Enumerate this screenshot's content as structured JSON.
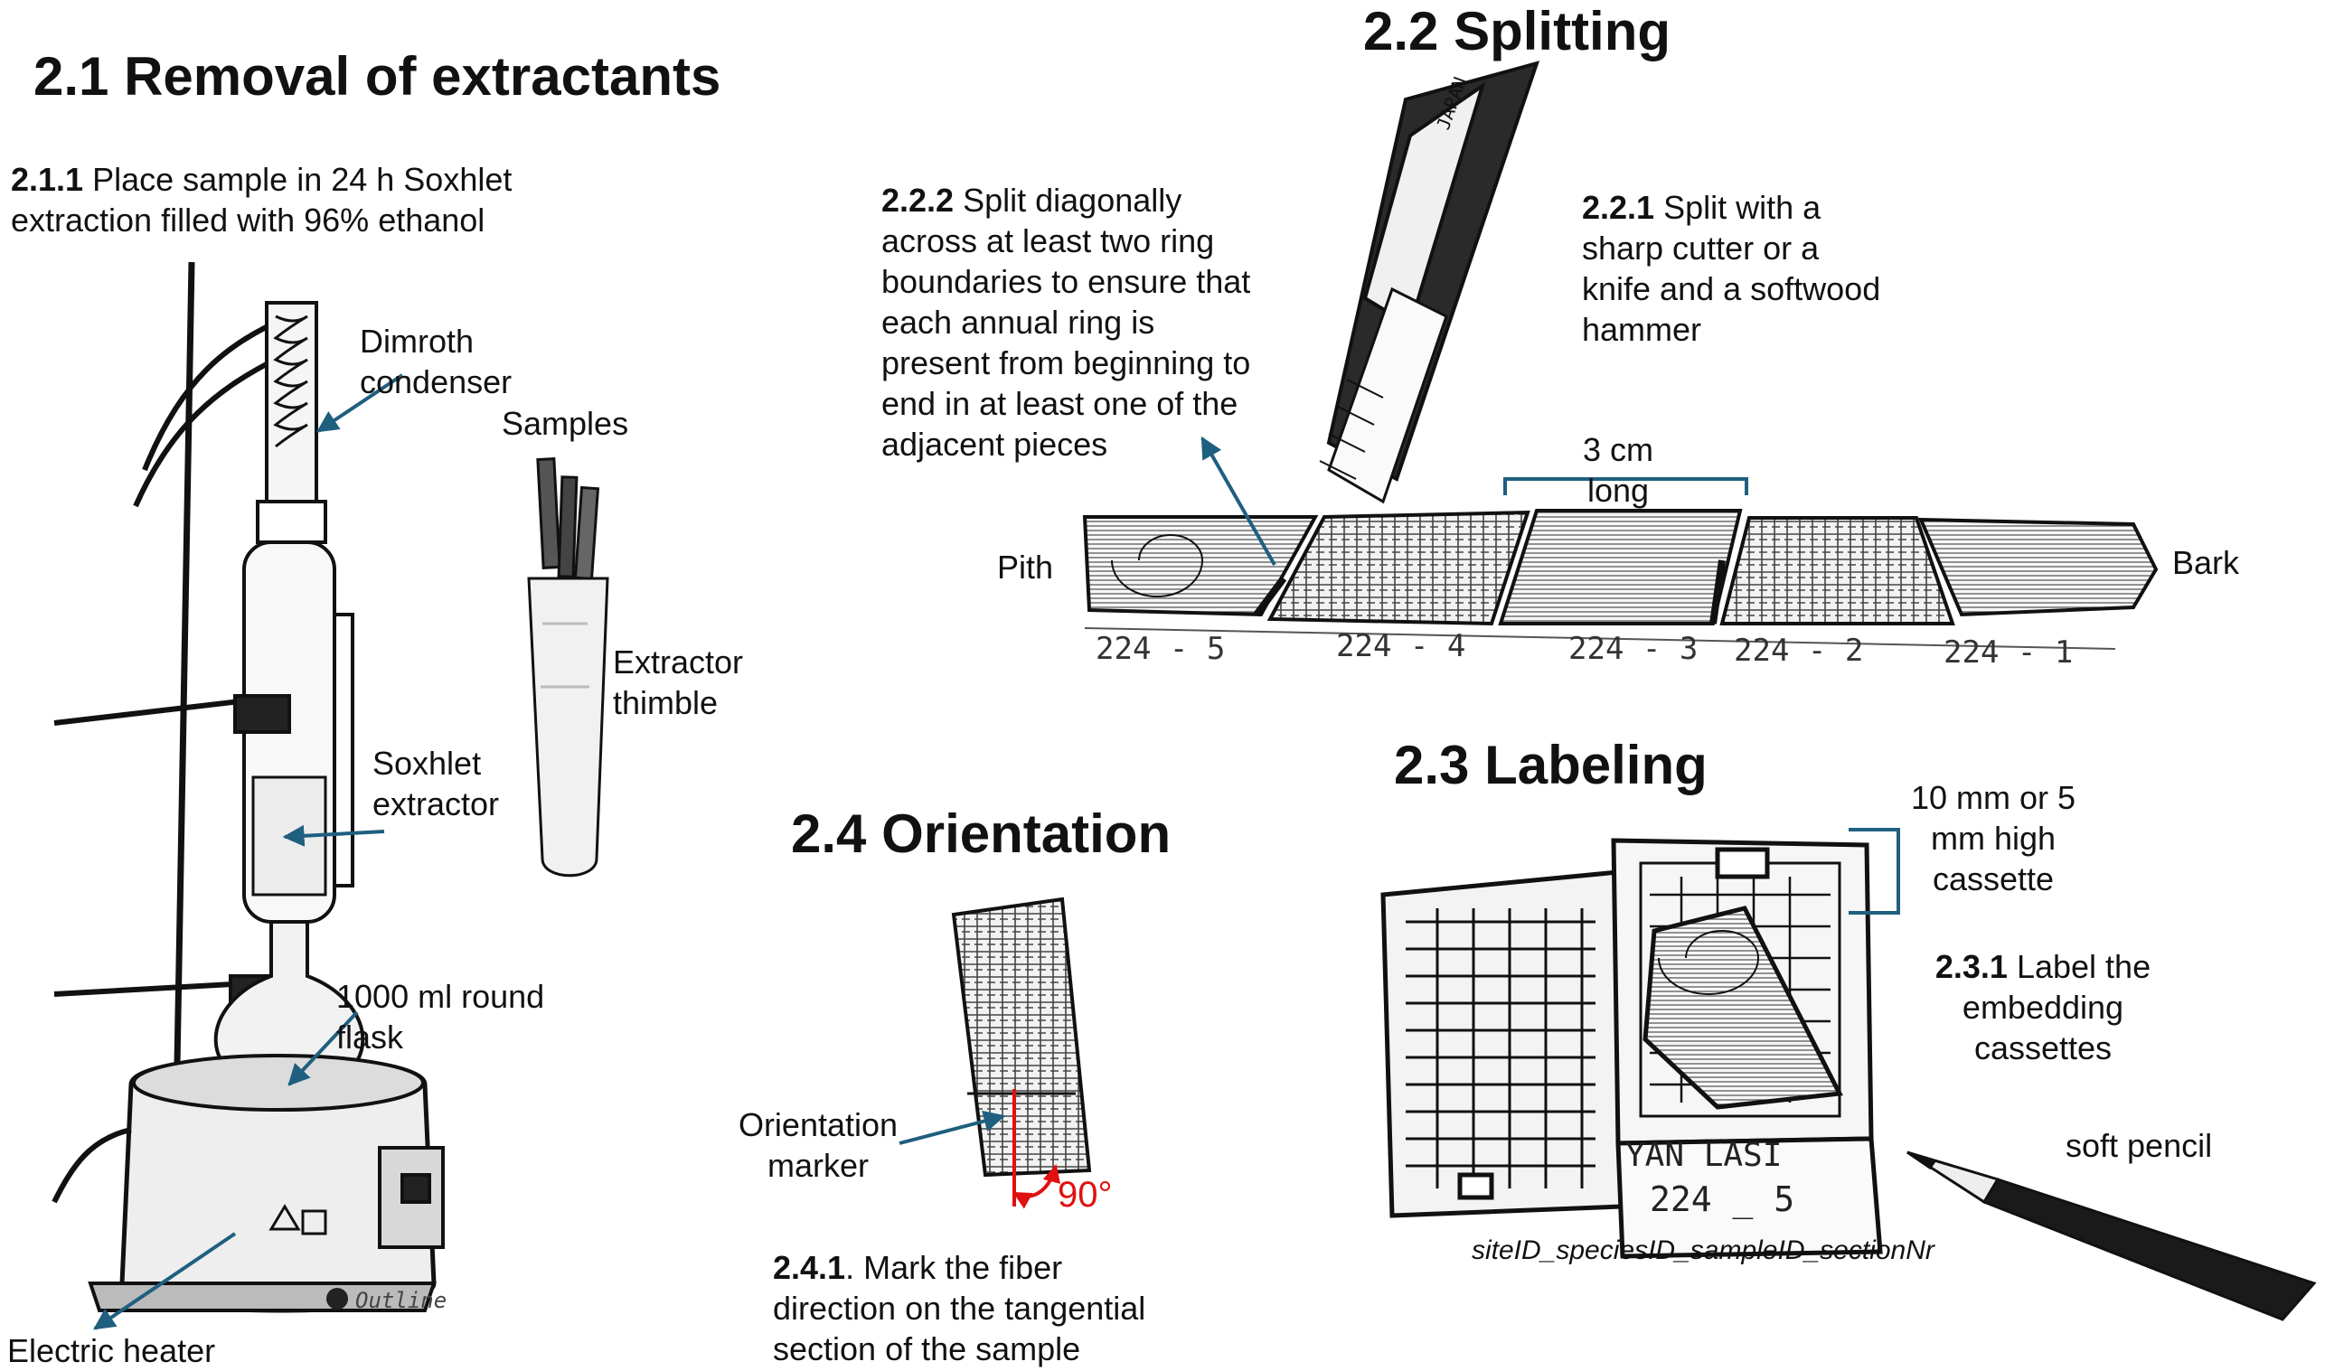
{
  "sections": {
    "removal": {
      "title": "2.1 Removal of extractants",
      "step_num": "2.1.1",
      "step_text": "Place sample in 24 h Soxhlet extraction filled with 96% ethanol",
      "labels": {
        "condenser": "Dimroth condenser",
        "samples": "Samples",
        "thimble": "Extractor thimble",
        "extractor": "Soxhlet extractor",
        "flask": "1000 ml round flask",
        "heater": "Electric heater"
      },
      "watermark": "Outline"
    },
    "splitting": {
      "title": "2.2 Splitting",
      "step1_num": "2.2.1",
      "step1_text": "Split with a sharp cutter or a knife and a softwood hammer",
      "step2_num": "2.2.2",
      "step2_text": "Split diagonally across at least two ring boundaries to ensure that each annual ring is present from beginning to end in at least one of the adjacent pieces",
      "dimension": "3 cm long",
      "pith": "Pith",
      "bark": "Bark",
      "piece_labels": [
        "224 - 5",
        "224 - 4",
        "224 - 3",
        "224 - 2",
        "224 - 1"
      ],
      "cutter_brand": "JAPAN"
    },
    "labeling": {
      "title": "2.3 Labeling",
      "cassette_height": "10 mm or 5 mm high cassette",
      "step_num": "2.3.1",
      "step_text": "Label the embedding cassettes",
      "pencil": "soft pencil",
      "cassette_line1": "YAN  LASI",
      "cassette_line2": "224 _ 5",
      "naming": "siteID_speciesID_sampleID_sectionNr"
    },
    "orientation": {
      "title": "2.4 Orientation",
      "marker": "Orientation marker",
      "angle": "90°",
      "step_num": "2.4.1",
      "step_text": ". Mark the fiber direction on the tangential section of the sample"
    }
  },
  "colors": {
    "arrow": "#1f5f7f",
    "angle": "#e01010",
    "ink": "#111111"
  }
}
